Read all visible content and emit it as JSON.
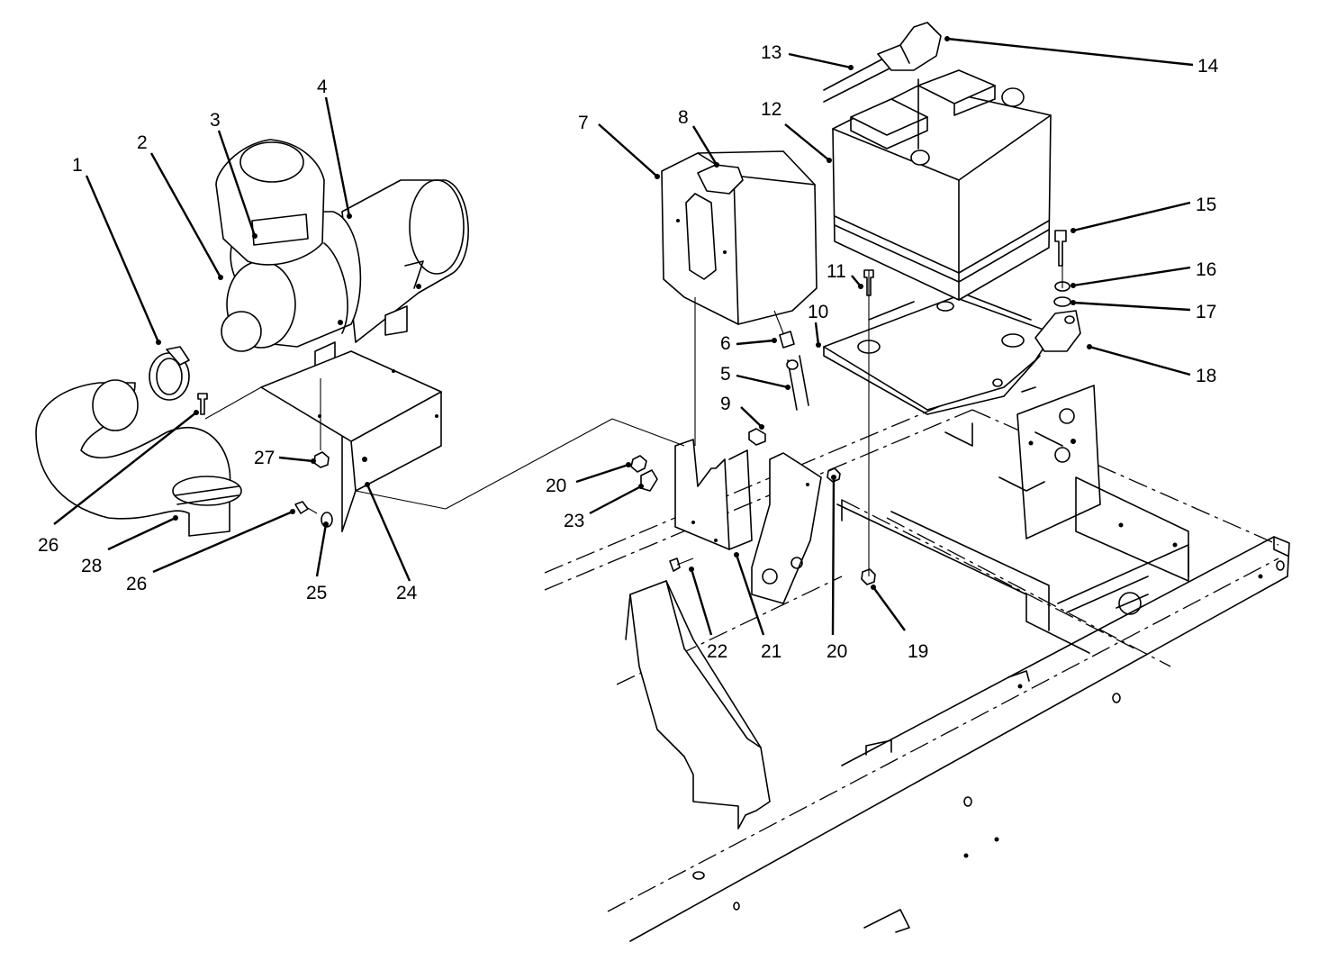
{
  "callouts": [
    {
      "id": "c1",
      "label": "1"
    },
    {
      "id": "c2",
      "label": "2"
    },
    {
      "id": "c3",
      "label": "3"
    },
    {
      "id": "c4",
      "label": "4"
    },
    {
      "id": "c5",
      "label": "5"
    },
    {
      "id": "c6",
      "label": "6"
    },
    {
      "id": "c7",
      "label": "7"
    },
    {
      "id": "c8",
      "label": "8"
    },
    {
      "id": "c9",
      "label": "9"
    },
    {
      "id": "c10",
      "label": "10"
    },
    {
      "id": "c11",
      "label": "11"
    },
    {
      "id": "c12",
      "label": "12"
    },
    {
      "id": "c13",
      "label": "13"
    },
    {
      "id": "c14",
      "label": "14"
    },
    {
      "id": "c15",
      "label": "15"
    },
    {
      "id": "c16",
      "label": "16"
    },
    {
      "id": "c17",
      "label": "17"
    },
    {
      "id": "c18",
      "label": "18"
    },
    {
      "id": "c19",
      "label": "19"
    },
    {
      "id": "c20a",
      "label": "20"
    },
    {
      "id": "c20b",
      "label": "20"
    },
    {
      "id": "c21",
      "label": "21"
    },
    {
      "id": "c22",
      "label": "22"
    },
    {
      "id": "c23",
      "label": "23"
    },
    {
      "id": "c24",
      "label": "24"
    },
    {
      "id": "c25",
      "label": "25"
    },
    {
      "id": "c26a",
      "label": "26"
    },
    {
      "id": "c26b",
      "label": "26"
    },
    {
      "id": "c27",
      "label": "27"
    },
    {
      "id": "c28",
      "label": "28"
    }
  ]
}
